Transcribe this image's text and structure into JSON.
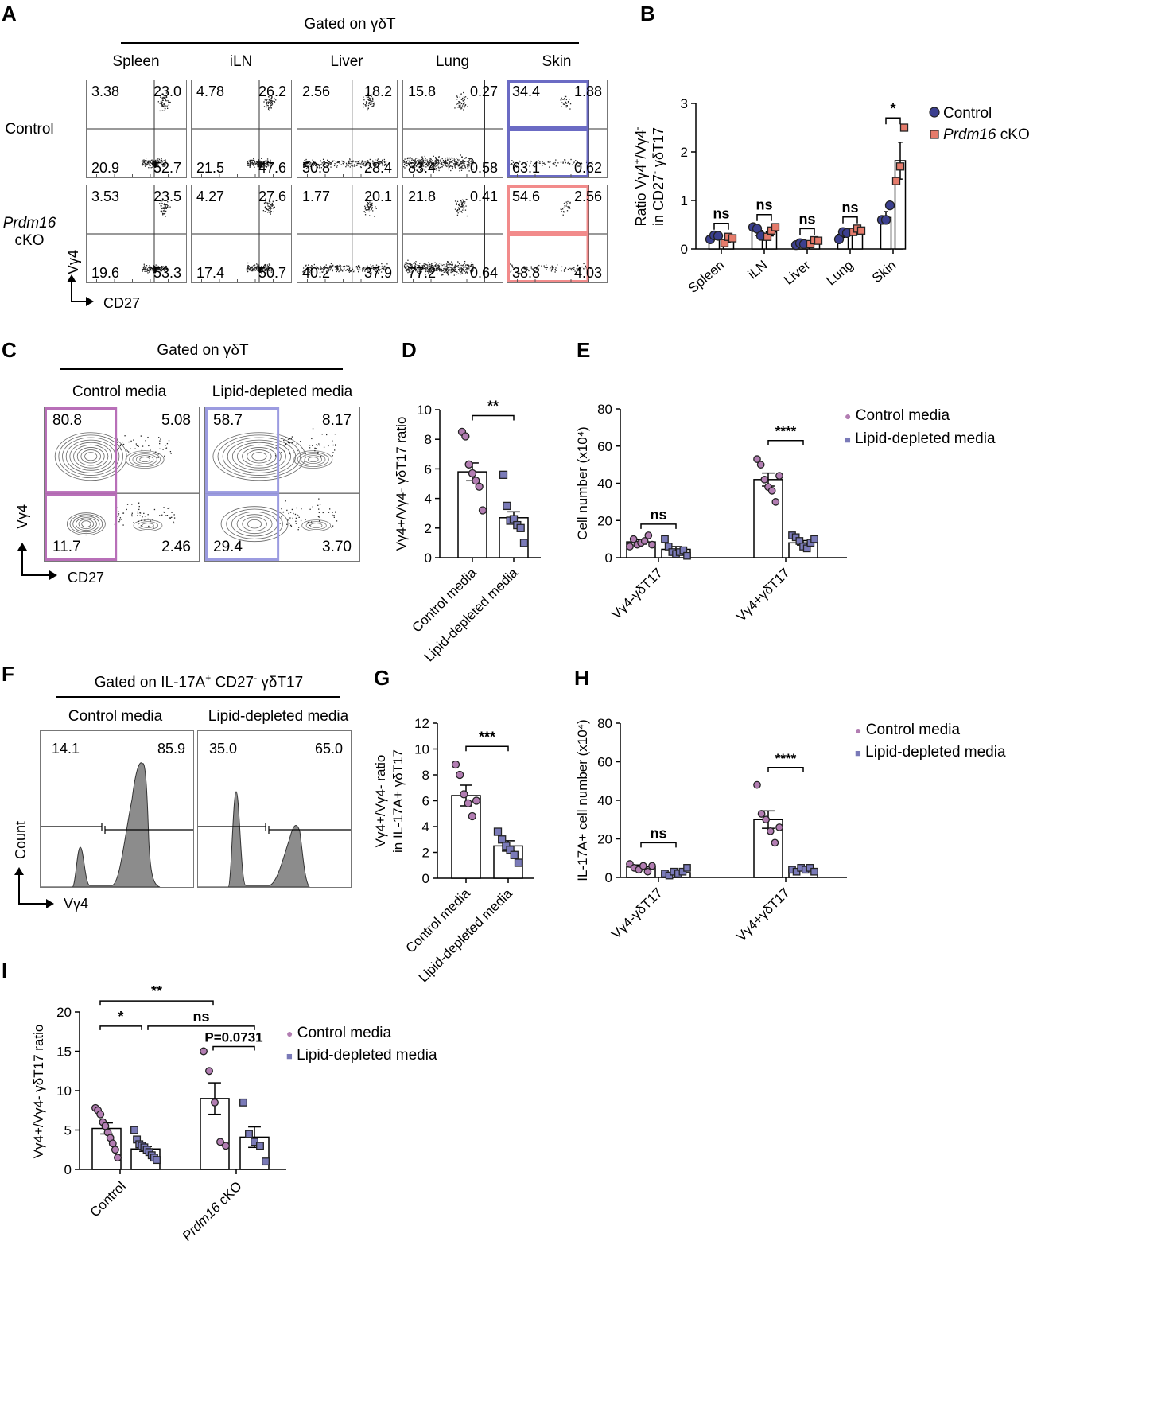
{
  "panels": {
    "A": {
      "letter": "A",
      "gate": "Gated on γδT",
      "tissues": [
        "Spleen",
        "iLN",
        "Liver",
        "Lung",
        "Skin"
      ],
      "rows": [
        {
          "label_lines": [
            "Control"
          ],
          "italic": false
        },
        {
          "label_lines": [
            "Prdm16",
            "cKO"
          ],
          "italic": true
        }
      ],
      "quadrants": [
        [
          [
            "3.38",
            "23.0",
            "20.9",
            "52.7"
          ],
          [
            "4.78",
            "26.2",
            "21.5",
            "47.6"
          ],
          [
            "2.56",
            "18.2",
            "50.8",
            "28.4"
          ],
          [
            "15.8",
            "0.27",
            "83.4",
            "0.58"
          ],
          [
            "34.4",
            "1.88",
            "63.1",
            "0.62"
          ]
        ],
        [
          [
            "3.53",
            "23.5",
            "19.6",
            "53.3"
          ],
          [
            "4.27",
            "27.6",
            "17.4",
            "50.7"
          ],
          [
            "1.77",
            "20.1",
            "40.2",
            "37.9"
          ],
          [
            "21.8",
            "0.41",
            "77.2",
            "0.64"
          ],
          [
            "54.6",
            "2.56",
            "38.8",
            "4.03"
          ]
        ]
      ],
      "y_axis": "Vγ4",
      "x_axis": "CD27",
      "skin_box_colors": [
        "#6b6bc4",
        "#f28b8b"
      ]
    },
    "C": {
      "letter": "C",
      "gate": "Gated on γδT",
      "conditions": [
        "Control media",
        "Lipid-depleted media"
      ],
      "quadrants": [
        [
          "80.8",
          "5.08",
          "11.7",
          "2.46"
        ],
        [
          "58.7",
          "8.17",
          "29.4",
          "3.70"
        ]
      ],
      "y_axis": "Vγ4",
      "x_axis": "CD27",
      "box_colors": [
        "#b86fb8",
        "#9b9be0"
      ]
    },
    "F": {
      "letter": "F",
      "gate": "Gated on IL-17A",
      "gate_sup": "+",
      "gate_mid": " CD27",
      "gate_sup2": "-",
      "gate_end": " γδT17",
      "conditions": [
        "Control media",
        "Lipid-depleted media"
      ],
      "percents": [
        [
          "14.1",
          "85.9"
        ],
        [
          "35.0",
          "65.0"
        ]
      ],
      "y_axis": "Count",
      "x_axis": "Vγ4"
    }
  },
  "chart_data": [
    {
      "panel": "B",
      "type": "bar",
      "categories": [
        "Spleen",
        "iLN",
        "Liver",
        "Lung",
        "Skin"
      ],
      "ylabel_line1": "Ratio Vγ4+/Vγ4-",
      "ylabel_line2": "in CD27- γδT17",
      "ylim": [
        0,
        3
      ],
      "yticks": [
        0,
        1,
        2,
        3
      ],
      "series": [
        {
          "name": "Control",
          "color": "#3b3f8f",
          "values": [
            0.25,
            0.38,
            0.1,
            0.3,
            0.65
          ],
          "sem": [
            0.05,
            0.1,
            0.03,
            0.06,
            0.12
          ],
          "points": [
            [
              0.2,
              0.28,
              0.27
            ],
            [
              0.45,
              0.42,
              0.27
            ],
            [
              0.08,
              0.12,
              0.1
            ],
            [
              0.2,
              0.35,
              0.33
            ],
            [
              0.6,
              0.6,
              0.9
            ]
          ]
        },
        {
          "name": "Prdm16 cKO",
          "color": "#e57b6b",
          "values": [
            0.2,
            0.35,
            0.15,
            0.38,
            1.82
          ],
          "sem": [
            0.06,
            0.08,
            0.04,
            0.05,
            0.38
          ],
          "points": [
            [
              0.12,
              0.25,
              0.22
            ],
            [
              0.25,
              0.38,
              0.45
            ],
            [
              0.1,
              0.18,
              0.17
            ],
            [
              0.35,
              0.42,
              0.38
            ],
            [
              1.4,
              1.7,
              2.5
            ]
          ]
        }
      ],
      "sig": [
        "ns",
        "ns",
        "ns",
        "ns",
        "*"
      ],
      "legend": [
        "Control",
        "Prdm16 cKO"
      ]
    },
    {
      "panel": "D",
      "type": "bar",
      "categories": [
        "Control media",
        "Lipid-depleted media"
      ],
      "ylabel": "Vγ4+/Vγ4- γδT17 ratio",
      "ylim": [
        0,
        10
      ],
      "yticks": [
        0,
        2,
        4,
        6,
        8,
        10
      ],
      "values": [
        5.8,
        2.7
      ],
      "sem": [
        0.6,
        0.4
      ],
      "points": [
        [
          8.5,
          8.2,
          6.3,
          5.7,
          5.2,
          4.8,
          3.2
        ],
        [
          5.6,
          3.5,
          2.5,
          2.6,
          2.2,
          2.0,
          1.0
        ]
      ],
      "colors": [
        "#b27db2",
        "#7a7ab8"
      ],
      "sig": "**"
    },
    {
      "panel": "E",
      "type": "bar",
      "groups": [
        "Vγ4-γδT17",
        "Vγ4+γδT17"
      ],
      "ylabel": "Cell number (x10⁴)",
      "ylim": [
        0,
        80
      ],
      "yticks": [
        0,
        20,
        40,
        60,
        80
      ],
      "series": [
        {
          "name": "Control media",
          "color": "#b27db2",
          "values": [
            8.5,
            42
          ],
          "sem": [
            1.2,
            3.5
          ],
          "points": [
            [
              6,
              10,
              7,
              8,
              9,
              12,
              7
            ],
            [
              53,
              50,
              42,
              38,
              36,
              30,
              44
            ]
          ]
        },
        {
          "name": "Lipid-depleted media",
          "color": "#7a7ab8",
          "values": [
            4.5,
            8
          ],
          "sem": [
            1.5,
            1.2
          ],
          "points": [
            [
              10,
              6,
              3,
              2,
              3,
              4,
              1
            ],
            [
              12,
              11,
              9,
              6,
              5,
              8,
              10
            ]
          ]
        }
      ],
      "sig": [
        "ns",
        "****"
      ],
      "legend": [
        "Control media",
        "Lipid-depleted media"
      ]
    },
    {
      "panel": "G",
      "type": "bar",
      "categories": [
        "Control media",
        "Lipid-depleted media"
      ],
      "ylabel_line1": "Vγ4+/Vγ4- ratio",
      "ylabel_line2": "in IL-17A+ γδT17",
      "ylim": [
        0,
        12
      ],
      "yticks": [
        0,
        2,
        4,
        6,
        8,
        10,
        12
      ],
      "values": [
        6.4,
        2.5
      ],
      "sem": [
        0.8,
        0.4
      ],
      "points": [
        [
          8.8,
          8.0,
          6.5,
          5.8,
          4.8,
          6.0
        ],
        [
          3.6,
          3.0,
          2.5,
          2.2,
          1.8,
          1.2
        ]
      ],
      "colors": [
        "#b27db2",
        "#7a7ab8"
      ],
      "sig": "***"
    },
    {
      "panel": "H",
      "type": "bar",
      "groups": [
        "Vγ4-γδT17",
        "Vγ4+γδT17"
      ],
      "ylabel": "IL-17A+ cell number (x10⁴)",
      "ylim": [
        0,
        80
      ],
      "yticks": [
        0,
        20,
        40,
        60,
        80
      ],
      "series": [
        {
          "name": "Control media",
          "color": "#b27db2",
          "values": [
            5.5,
            30
          ],
          "sem": [
            1.0,
            4.5
          ],
          "points": [
            [
              7,
              5,
              4,
              6,
              3,
              6
            ],
            [
              48,
              33,
              30,
              24,
              18,
              26
            ]
          ]
        },
        {
          "name": "Lipid-depleted media",
          "color": "#7a7ab8",
          "values": [
            2.5,
            4
          ],
          "sem": [
            0.5,
            0.6
          ],
          "points": [
            [
              2,
              1,
              3,
              2,
              3,
              5
            ],
            [
              4,
              3,
              5,
              4,
              5,
              3
            ]
          ]
        }
      ],
      "sig": [
        "ns",
        "****"
      ],
      "legend": [
        "Control media",
        "Lipid-depleted media"
      ]
    },
    {
      "panel": "I",
      "type": "bar",
      "groups": [
        "Control",
        "Prdm16 cKO"
      ],
      "ylabel": "Vγ4+/Vγ4- γδT17 ratio",
      "ylim": [
        0,
        20
      ],
      "yticks": [
        0,
        5,
        10,
        15,
        20
      ],
      "series": [
        {
          "name": "Control media",
          "color": "#b27db2",
          "values": [
            5.2,
            9.0
          ],
          "sem": [
            0.7,
            2.0
          ],
          "points": [
            [
              7.8,
              7.5,
              7.0,
              6.0,
              5.5,
              4.7,
              4.0,
              3.3,
              2.5,
              1.5
            ],
            [
              15.0,
              12.5,
              8.5,
              3.5,
              3.0
            ]
          ]
        },
        {
          "name": "Lipid-depleted media",
          "color": "#7a7ab8",
          "values": [
            2.6,
            4.1
          ],
          "sem": [
            0.3,
            1.3
          ],
          "points": [
            [
              5.0,
              3.8,
              3.2,
              3.0,
              2.8,
              2.5,
              2.2,
              1.8,
              1.5,
              1.2
            ],
            [
              8.5,
              4.5,
              3.5,
              3.0,
              1.0
            ]
          ]
        }
      ],
      "sig": {
        "ctrl_within": "*",
        "cross_ctrl": "**",
        "cross_lipid": "ns",
        "cko_within": "P=0.0731"
      },
      "legend": [
        "Control media",
        "Lipid-depleted media"
      ]
    }
  ],
  "axis_sup": {
    "B_y": [
      "Ratio Vγ4",
      "+",
      "/Vγ4",
      "-"
    ],
    "B_y2": [
      "in CD27",
      "-",
      " γδT17"
    ]
  }
}
